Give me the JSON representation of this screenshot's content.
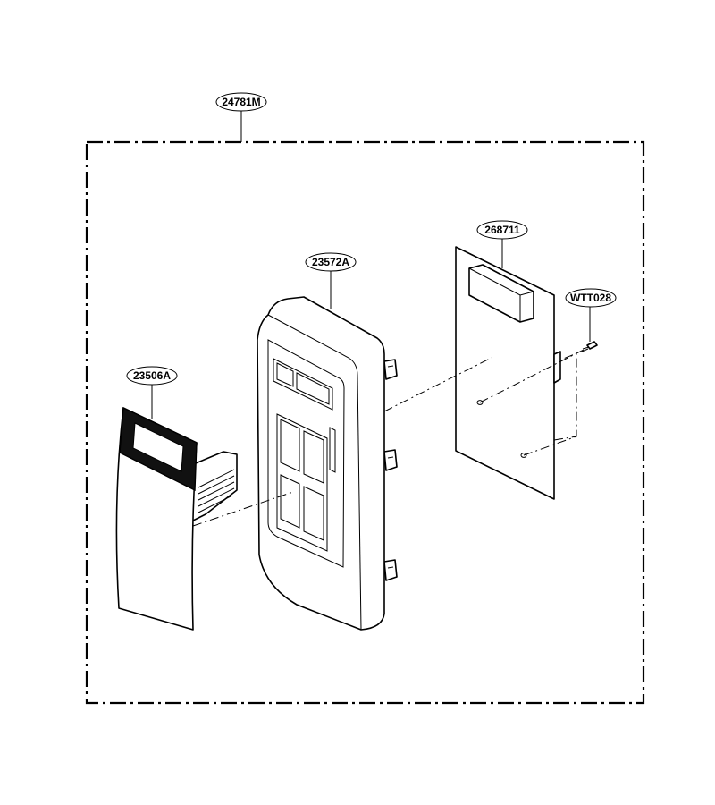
{
  "labels": {
    "assembly": "24781M",
    "frame": "23572A",
    "pcb": "268711",
    "screw": "WTT028",
    "membrane": "23506A"
  }
}
